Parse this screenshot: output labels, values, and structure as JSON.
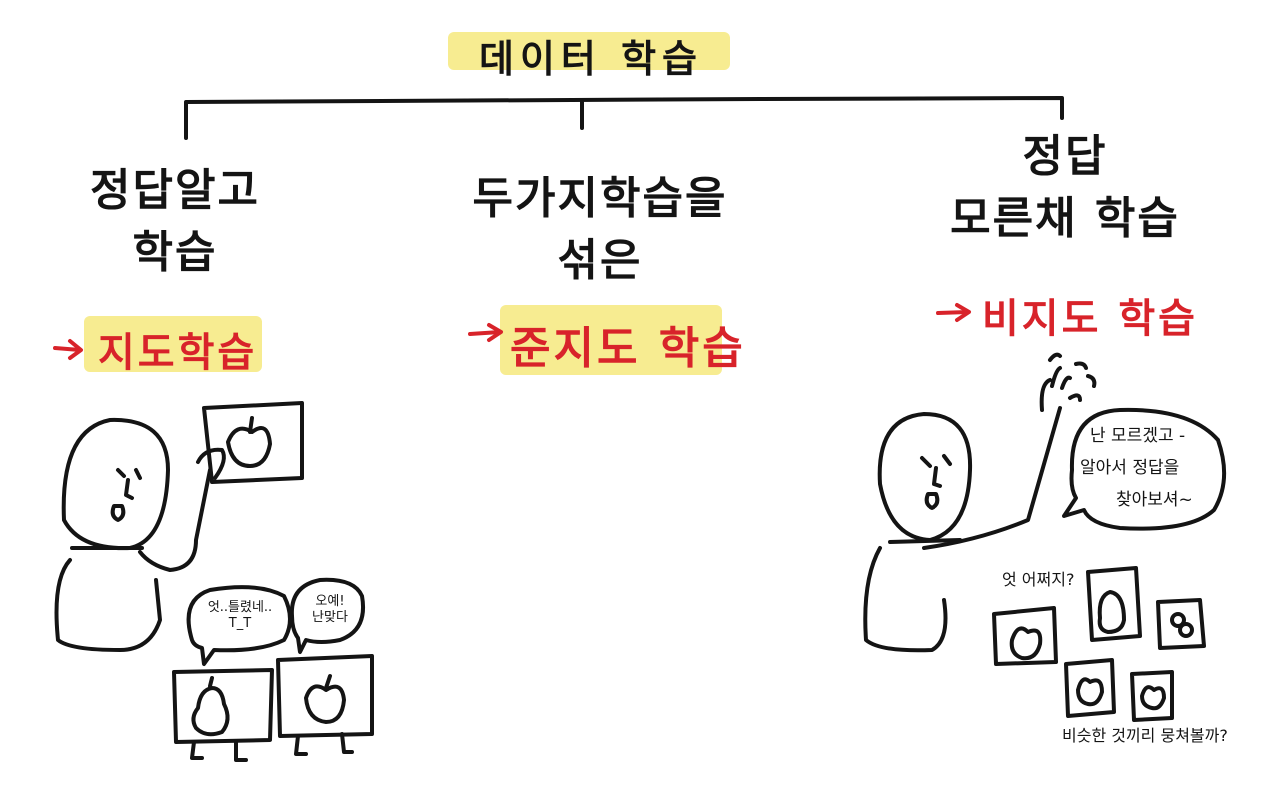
{
  "title": "데이터 학습",
  "branches": [
    {
      "heading_lines": [
        "정답알고",
        "학습"
      ],
      "term": "지도학습",
      "bubbles": [
        {
          "lines": [
            "엇..틀렸네..",
            "T_T"
          ]
        },
        {
          "lines": [
            "오예!",
            "난맞다"
          ]
        }
      ]
    },
    {
      "heading_lines": [
        "두가지학습을",
        "섞은"
      ],
      "term": "준지도 학습"
    },
    {
      "heading_lines": [
        "정답",
        "모른채 학습"
      ],
      "term": "비지도 학습",
      "speech_lines": [
        "난 모르겠고 -",
        "알아서 정답을",
        "찾아보셔~"
      ],
      "note_top": "엇 어쩌지?",
      "note_bottom": "비슷한 것끼리 뭉쳐볼까?"
    }
  ],
  "colors": {
    "highlight": "#f7ec91",
    "accent_red": "#d8232a",
    "ink": "#141414"
  }
}
